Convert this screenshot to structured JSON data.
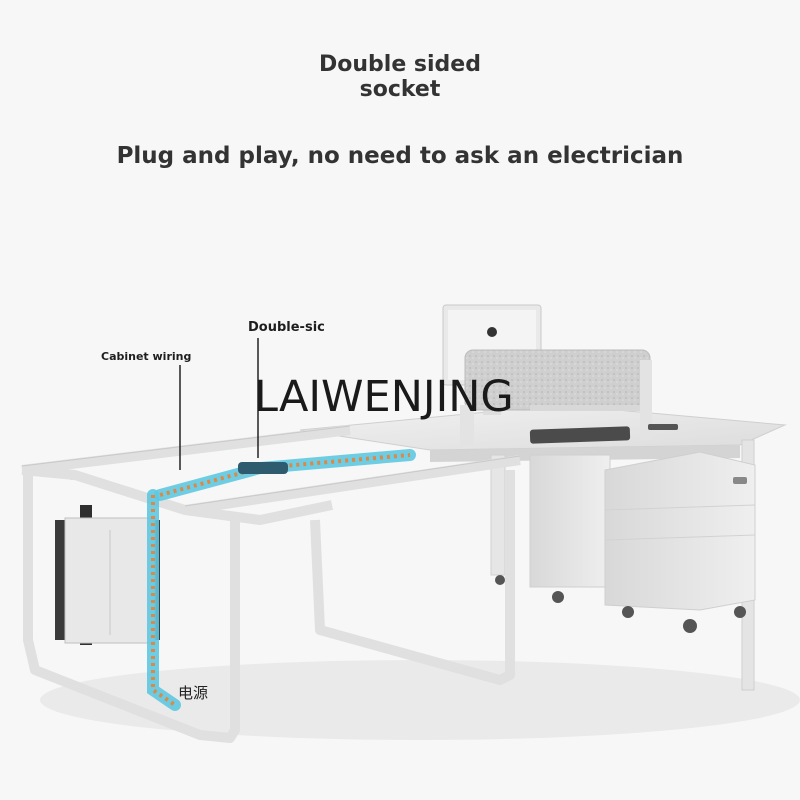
{
  "headline": {
    "line1": "Double sided",
    "line2": "socket",
    "tagline": "Plug and play, no need to ask an electrician"
  },
  "annotations": {
    "cabinet_wiring": "Cabinet wiring",
    "double_sided": "Double-sic",
    "power_source": "电源"
  },
  "watermark": "LAIWENJING",
  "colors": {
    "background": "#f7f7f7",
    "heading": "#333333",
    "wire_highlight": "#5ec8e0",
    "cable_orange": "#d98a4a",
    "desk_white": "#ececec"
  },
  "icons": [
    "apple-logo-icon",
    "power-socket-icon"
  ]
}
